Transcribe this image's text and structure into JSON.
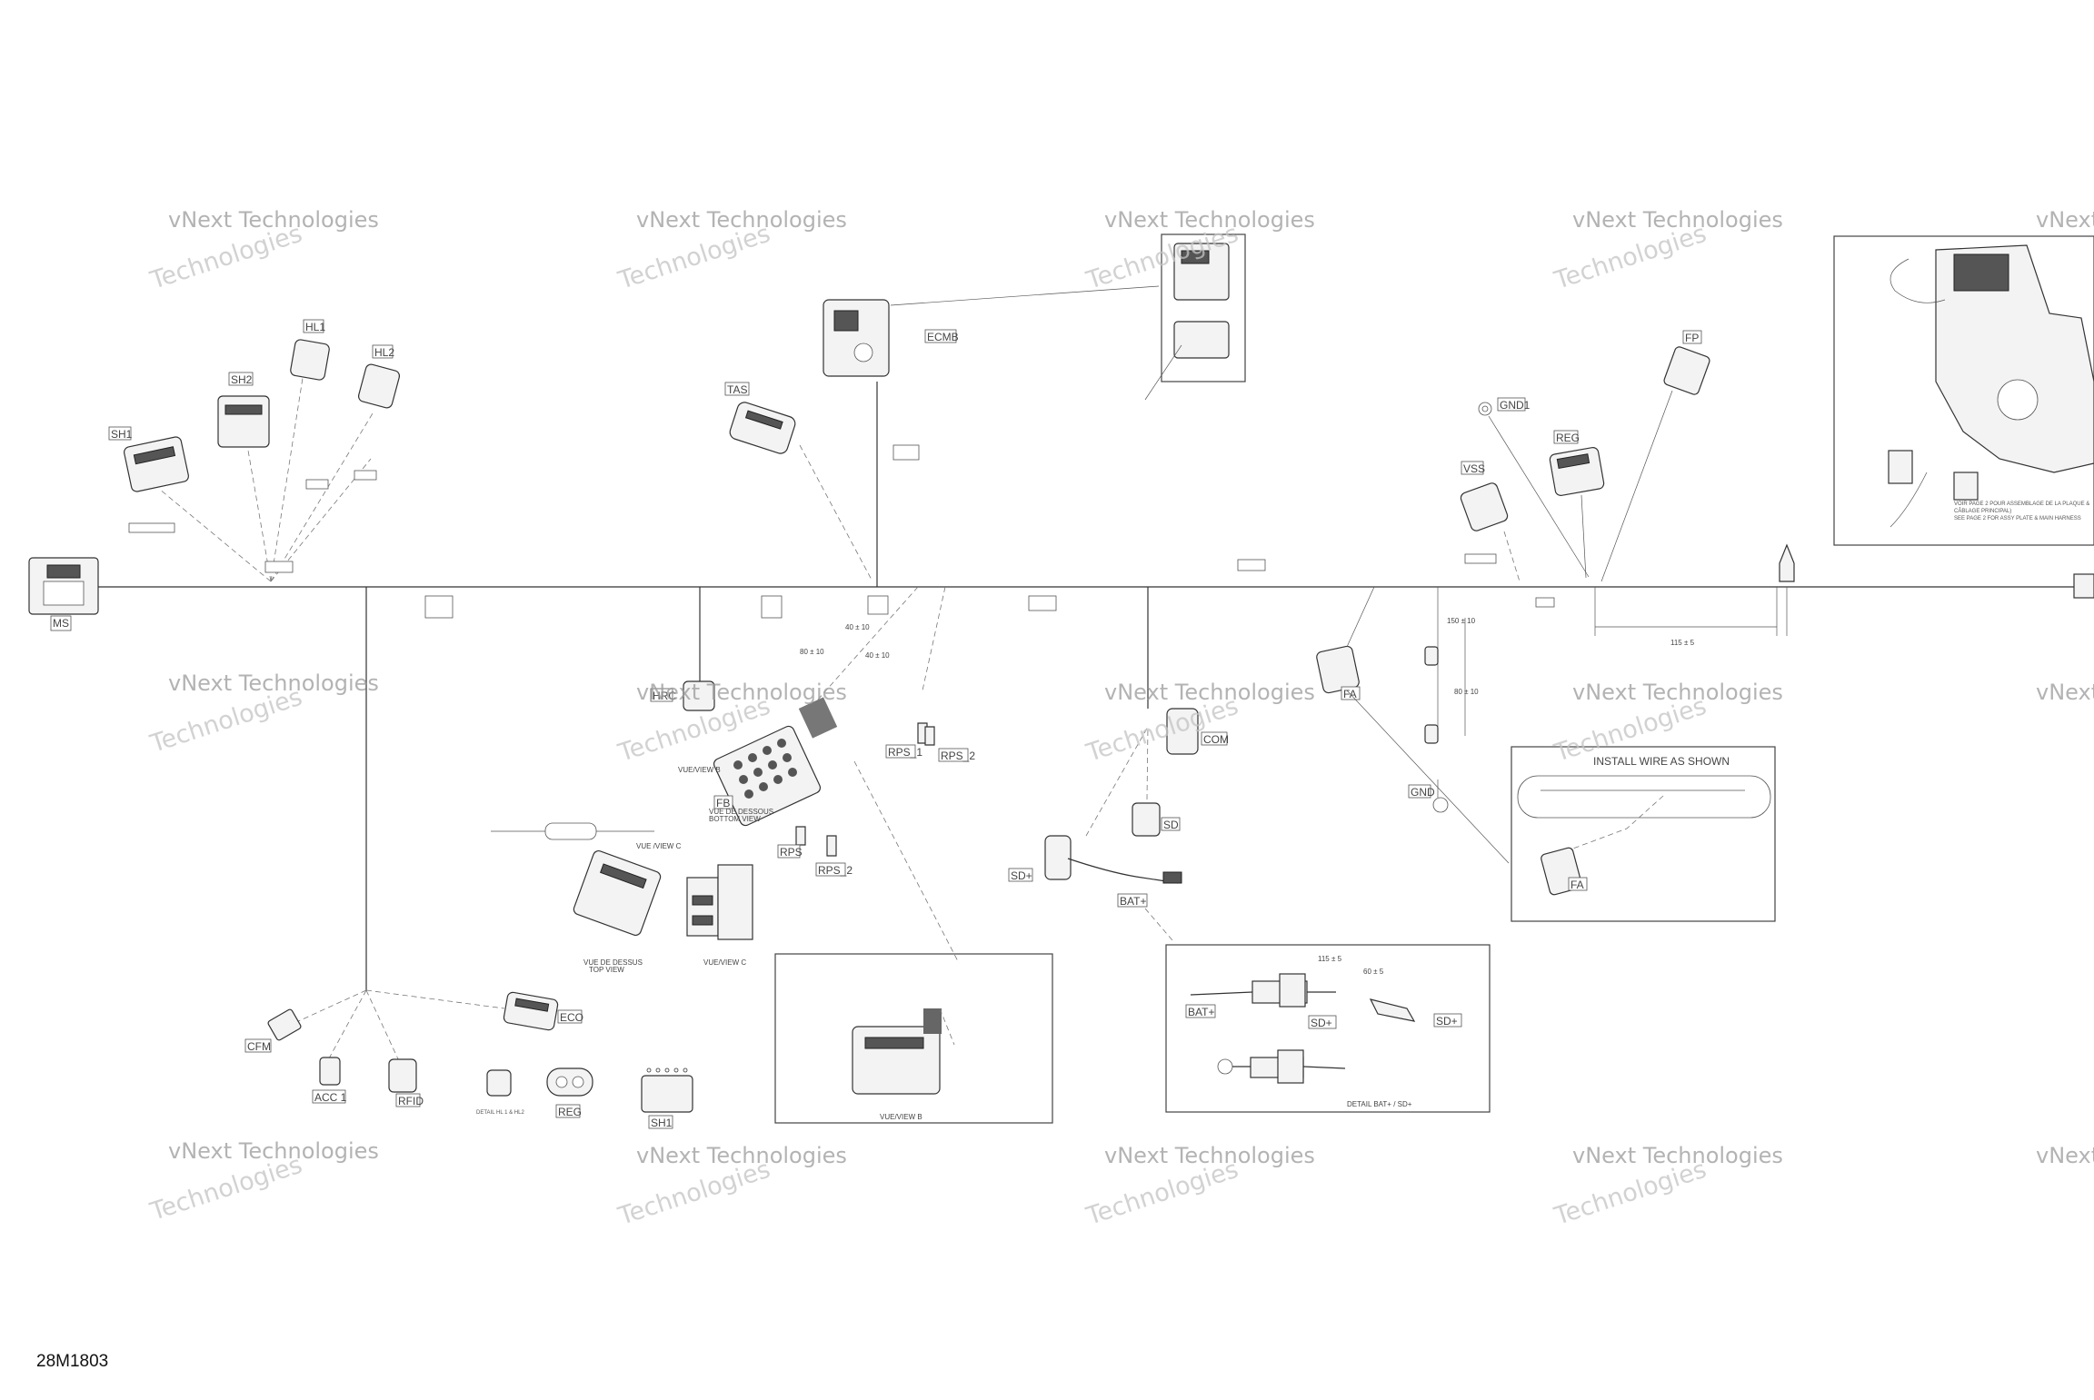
{
  "drawing": {
    "reference": "28M1803"
  },
  "watermark": {
    "line1": "vNext Technologies",
    "line2": "Technologies"
  },
  "connectors": {
    "ms": "MS",
    "sh1": "SH1",
    "sh2": "SH2",
    "hl1": "HL1",
    "hl2": "HL2",
    "tas": "TAS",
    "ecmb": "ECMB",
    "gnd1": "GND1",
    "fp": "FP",
    "reg": "REG",
    "vss": "VSS",
    "fa": "FA",
    "gnd": "GND",
    "com": "COM",
    "sd": "SD",
    "sd_plus": "SD+",
    "bat_plus": "BAT+",
    "hrc": "HRC",
    "fb": "FB",
    "rps1": "RPS_1",
    "rps2": "RPS_2",
    "rps": "RPS",
    "rps2b": "RPS_2",
    "cfm": "CFM",
    "acc1": "ACC 1",
    "rfid": "RFID",
    "eco": "ECO",
    "reg_detail": "REG",
    "sh1_detail": "SH1"
  },
  "details": {
    "install_wire": "INSTALL WIRE AS SHOWN",
    "bat_plus": "BAT+",
    "sd_plus": "SD+",
    "sd_plus_2": "SD+",
    "detail_bat_sd": "DETAIL BAT+ / SD+",
    "vue_view_b": "VUE/VIEW B",
    "vue_dessous": "VUE DE DESSOUS",
    "bottom_view": "BOTTOM VIEW",
    "vue_view_c": "VUE /VIEW C",
    "vue_dessus": "VUE DE DESSUS",
    "top_view": "TOP VIEW",
    "vue_view_c2": "VUE/VIEW C",
    "vue_view_b2": "VUE/VIEW B",
    "detail_hl": "DETAIL HL 1 & HL2",
    "voir_page": "VOIR PAGE 2 POUR ASSEMBLAGE DE LA PLAQUE &",
    "cablage": "CÂBLAGE PRINCIPAL)",
    "see_page": "SEE PAGE 2 FOR ASSY PLATE & MAIN HARNESS"
  },
  "dimensions": {
    "d1": "115 ± 5",
    "d2": "150 ± 10",
    "d3": "80 ± 10",
    "d4": "115 ± 5",
    "d5": "60 ± 5",
    "d6": "80 ± 10",
    "d7": "40 ± 10",
    "d8": "40 ± 10"
  }
}
